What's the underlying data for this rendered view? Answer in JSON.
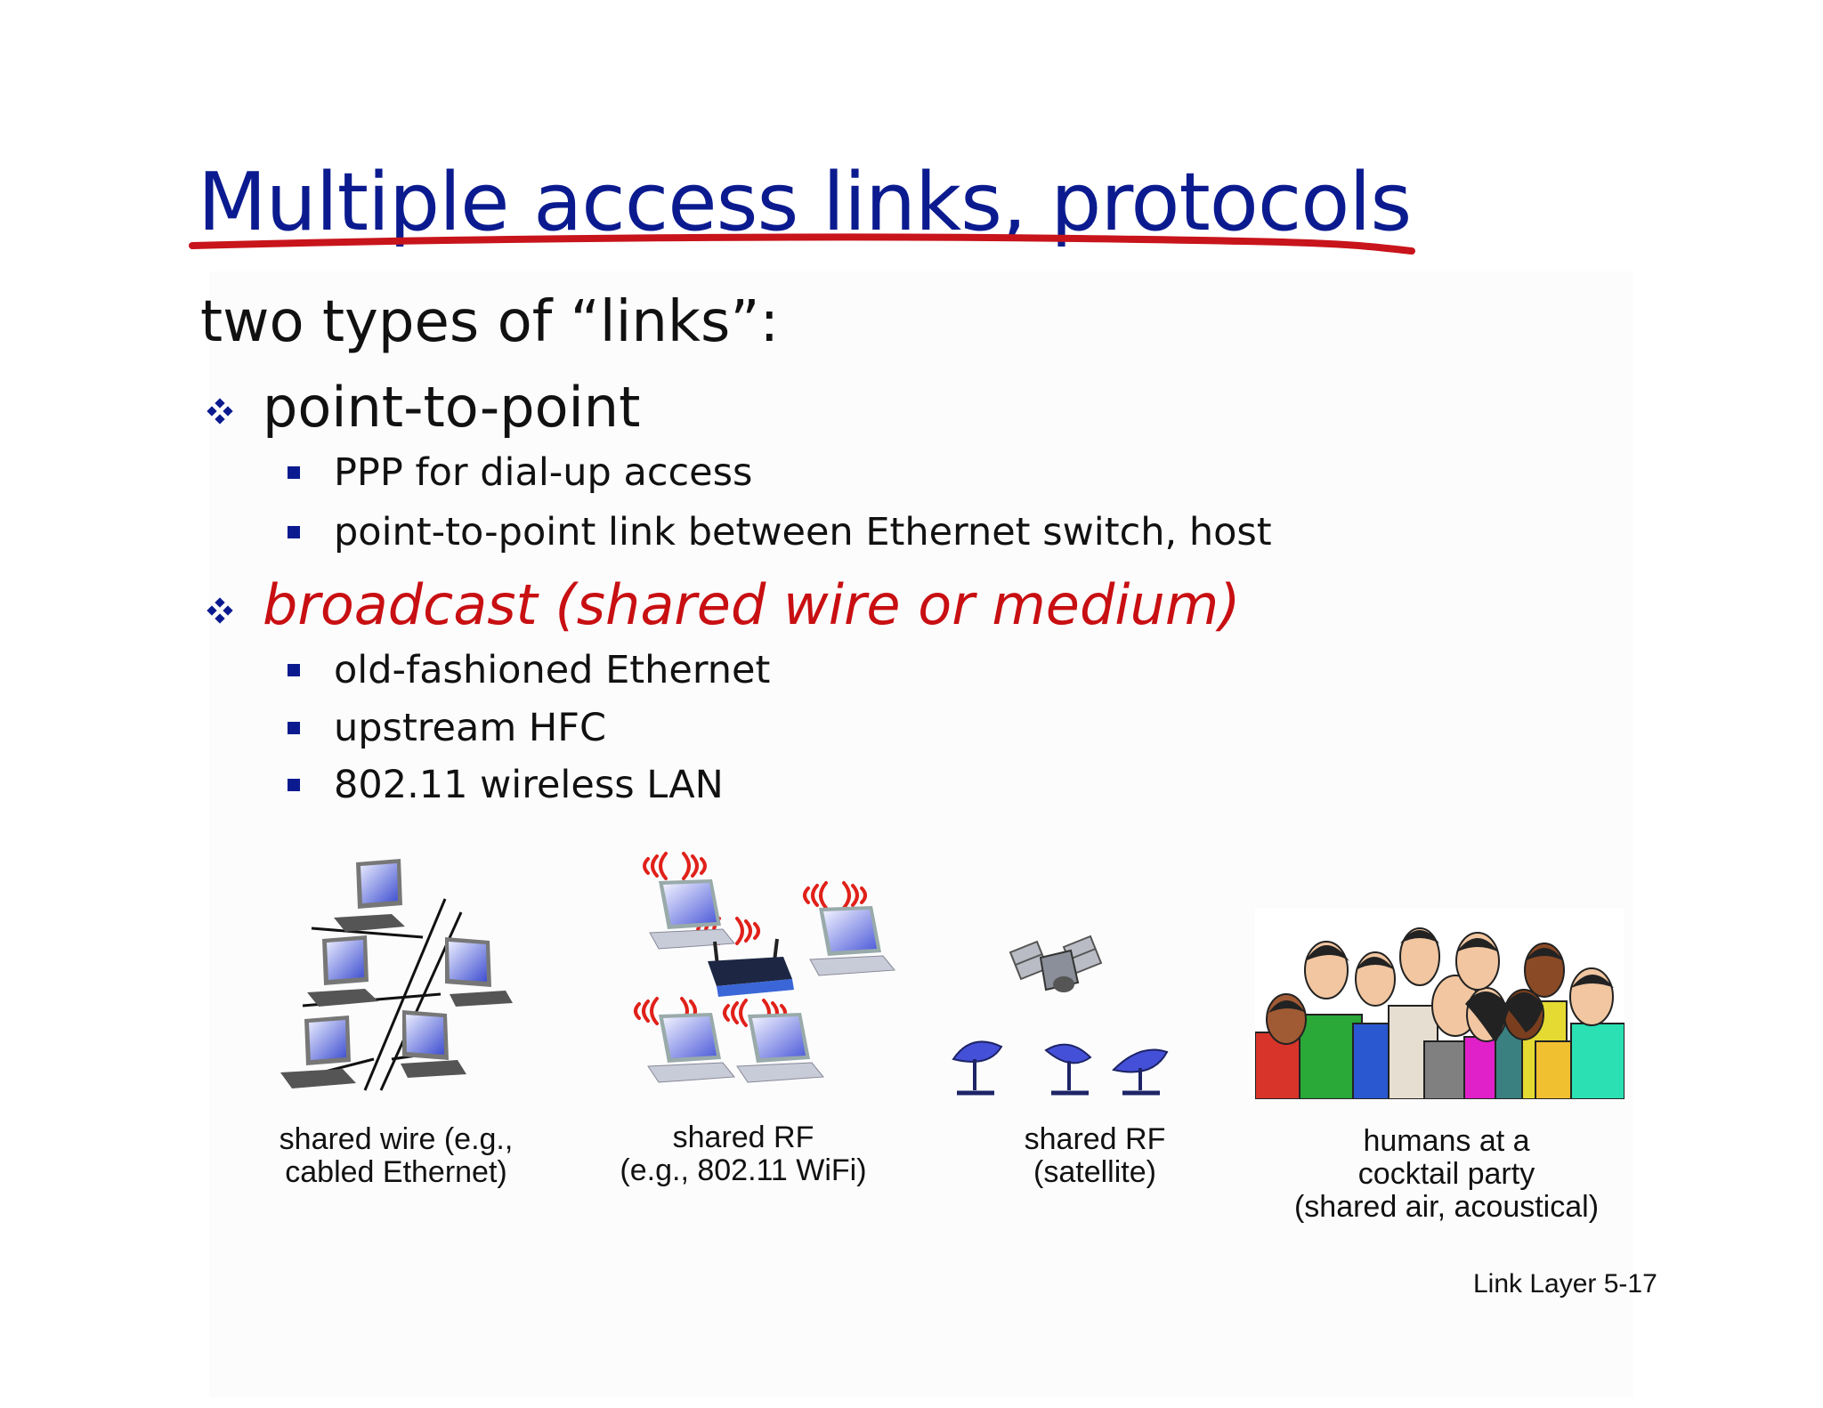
{
  "slide": {
    "title": "Multiple access links, protocols",
    "intro": "two types of “links”:",
    "sections": [
      {
        "heading": "point-to-point",
        "items": [
          "PPP for dial-up access",
          "point-to-point link between Ethernet switch, host"
        ]
      },
      {
        "heading": "broadcast (shared wire or medium)",
        "items": [
          "old-fashioned Ethernet",
          "upstream HFC",
          "802.11 wireless LAN"
        ]
      }
    ],
    "figures": [
      {
        "caption_line1": "shared wire (e.g.,",
        "caption_line2": "cabled Ethernet)"
      },
      {
        "caption_line1": "shared RF",
        "caption_line2": "(e.g., 802.11 WiFi)"
      },
      {
        "caption_line1": "shared RF",
        "caption_line2": "(satellite)"
      },
      {
        "caption_line1": "humans at a",
        "caption_line2": "cocktail party",
        "caption_line3": "(shared air, acoustical)"
      }
    ],
    "footer": "Link Layer  5-17"
  },
  "colors": {
    "title": "#0b1b8f",
    "underline": "#c8141b",
    "broadcast": "#c80f12",
    "bullets": "#0b1b8f",
    "text": "#111111"
  }
}
